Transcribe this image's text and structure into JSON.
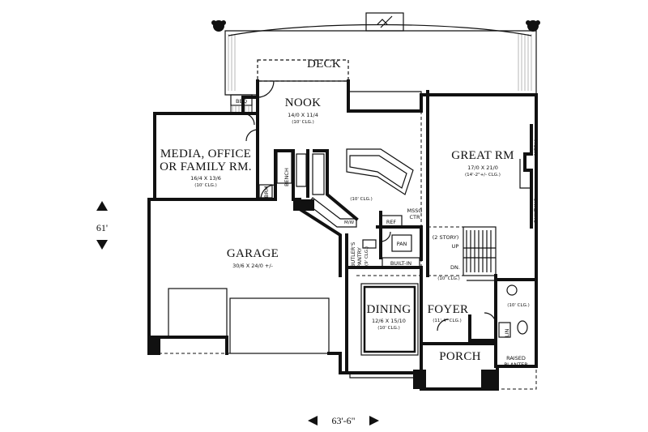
{
  "rooms": {
    "deck": {
      "name": "DECK"
    },
    "nook": {
      "name": "NOOK",
      "size": "14/0 X 11/4",
      "ceiling": "(10' CLG.)"
    },
    "media": {
      "name_line1": "MEDIA, OFFICE",
      "name_line2": "OR FAMILY RM.",
      "size": "16/4 X 13/6",
      "ceiling": "(10' CLG.)"
    },
    "great": {
      "name": "GREAT RM",
      "size": "17/0 X 21/0",
      "ceiling": "(14'-2\"+/- CLG.)"
    },
    "garage": {
      "name": "GARAGE",
      "size": "30/6 X 24/0 +/-"
    },
    "dining": {
      "name": "DINING",
      "size": "12/6 X 15/10",
      "ceiling": "(10' CLG.)"
    },
    "foyer": {
      "name": "FOYER",
      "ceiling": "(11'-4\" CLG.)"
    },
    "porch": {
      "name": "PORCH"
    },
    "kitchen": {
      "ceiling": "(10' CLG.)"
    },
    "hall": {
      "ceiling": "(10' CLG.)"
    },
    "powder": {
      "ceiling": "(10' CLG.)"
    }
  },
  "labels": {
    "bbq": "BBQ",
    "bench": "BENCH",
    "brm": "BRM",
    "ref": "REF",
    "mssg_ctr_1": "MSSG",
    "mssg_ctr_2": "CTR",
    "pan": "PAN",
    "butlers_1": "BUTLER'S",
    "butlers_2": "PANTRY",
    "butlers_3": "(9' CLG.)",
    "built_in": "BUILT-IN",
    "two_story": "(2 STORY)",
    "up": "UP",
    "dn": "DN.",
    "media_v": "MEDIA",
    "built_ins_v": "BUILT-INS",
    "lin": "LIN",
    "raised_planter_1": "RAISED",
    "raised_planter_2": "PLANTER",
    "mw": "M/W"
  },
  "dimensions": {
    "depth": "61'",
    "width": "63'-6\""
  }
}
